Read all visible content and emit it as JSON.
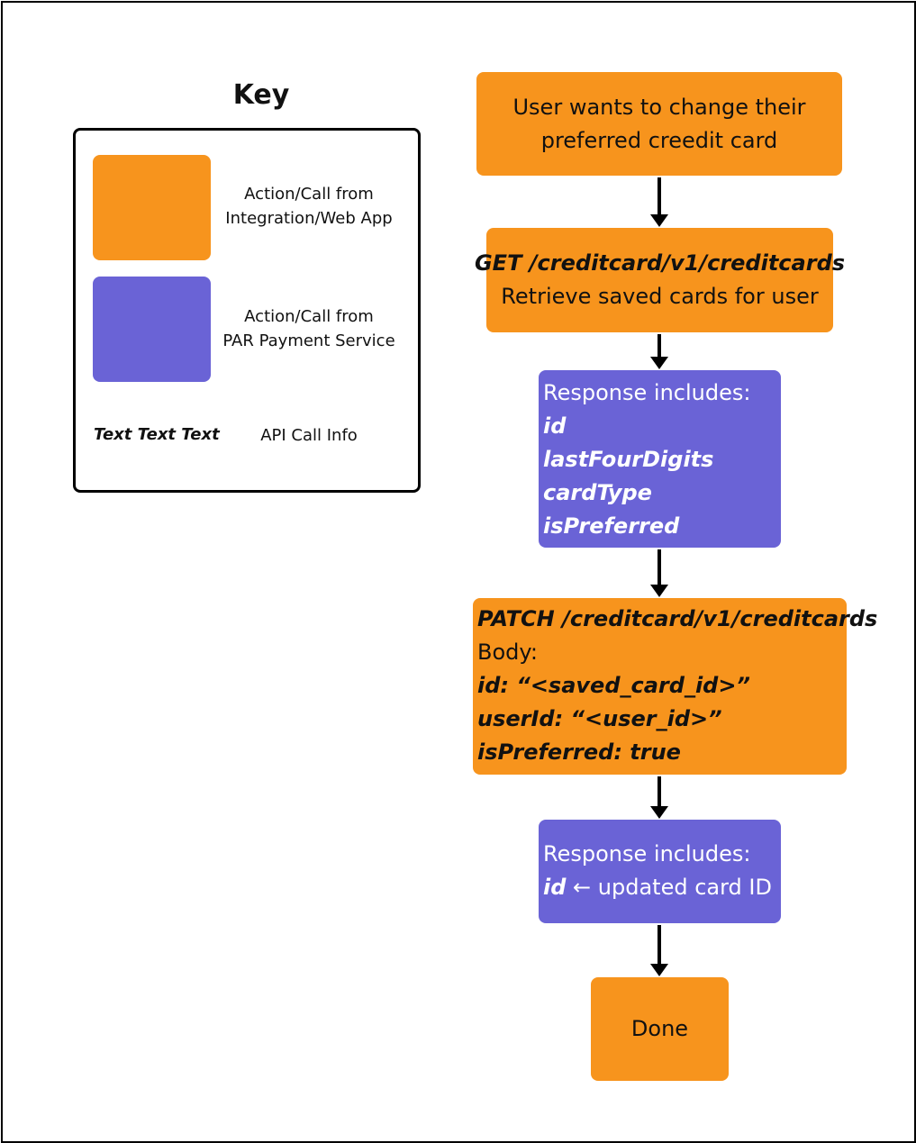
{
  "key": {
    "title": "Key",
    "orange_label_1": "Action/Call from",
    "orange_label_2": "Integration/Web App",
    "purple_label_1": "Action/Call from",
    "purple_label_2": "PAR Payment Service",
    "example_text": "Text Text Text",
    "example_label": "API Call Info"
  },
  "flow": {
    "step1": {
      "line1": "User wants to change their",
      "line2": "preferred creedit card"
    },
    "step2": {
      "api": "GET /creditcard/v1/creditcards",
      "desc": "Retrieve saved cards for user"
    },
    "step3": {
      "heading": "Response includes:",
      "fields": [
        "id",
        "lastFourDigits",
        "cardType",
        "isPreferred"
      ]
    },
    "step4": {
      "api": "PATCH /creditcard/v1/creditcards",
      "body_label": "Body:",
      "lines": [
        "id: “<saved_card_id>”",
        "userId: “<user_id>”",
        "isPreferred: true"
      ]
    },
    "step5": {
      "heading": "Response includes:",
      "field": "id",
      "field_note": " ← updated card ID"
    },
    "step6": {
      "label": "Done"
    }
  },
  "colors": {
    "orange": "#f7941d",
    "purple": "#6a63d6",
    "border": "#000000"
  }
}
